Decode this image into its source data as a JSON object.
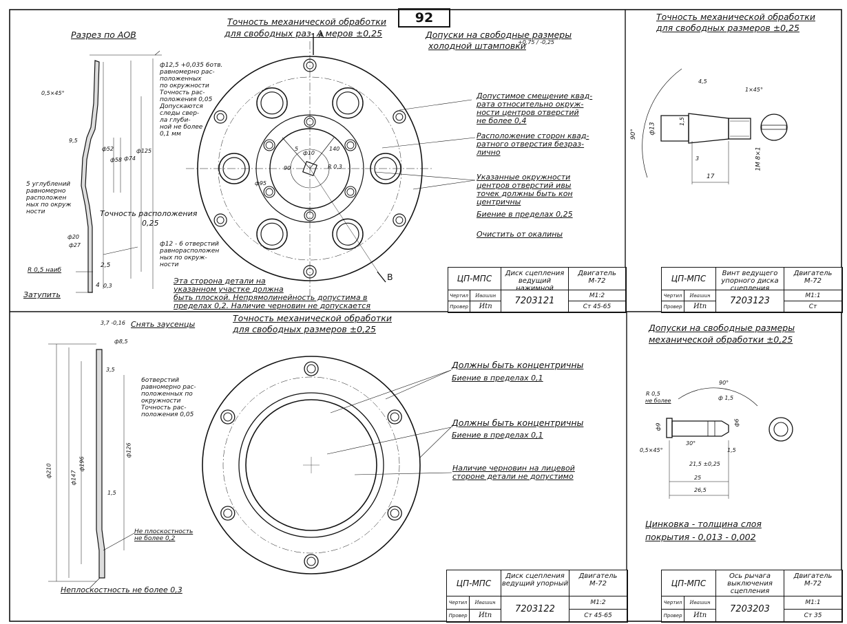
{
  "page_number": "92",
  "q1": {
    "section_title": "Разрез по АОВ",
    "header_tol": "Точность механической обработки",
    "header_tol2": "для свободных раз- А меров ±0,25",
    "stamp_tol": "Допуски на свободные размеры",
    "stamp_tol2": "холодной штамповки",
    "stamp_tol_val": "+0,75 / -0,25",
    "note1": [
      "Допустимое смещение квад-",
      "рата относительно окруж-",
      "ности центров отверстий",
      "не более 0,4"
    ],
    "note2": [
      "Расположение сторон квад-",
      "ратного отверстия безраз-",
      "лично"
    ],
    "note3": [
      "Указанные окружности",
      "центров отверстий ивы",
      "точек должны быть кон",
      "центричны"
    ],
    "note3b": "Биение в пределах 0,25",
    "note4": "Очистить от окалины",
    "side_notes": [
      "ф12,5 +0,035 6отв.",
      "равномерно рас-",
      "положенных",
      "по окружности",
      "Точность рас-",
      "положения 0,05",
      "Допускаются",
      "следы свер-",
      "ла глуби-",
      "ной не более",
      "0,1 мм"
    ],
    "left_notes": [
      "5 углублений",
      "равномерно",
      "расположен",
      "ных по окруж",
      "ности"
    ],
    "pos_acc": "Точность расположения",
    "pos_acc_val": "0,25",
    "holes6": [
      "ф12 - 6 отверстий",
      "равнорасположен",
      "ных по окруж-",
      "ности"
    ],
    "flat_note": [
      "Эта сторона детали на",
      "указанном участке должна",
      "быть плоской. Непрямолинейность допустима в",
      "пределах 0,2. Наличие черновин не допускается"
    ],
    "r05": "R 0,5 наиб",
    "blunt": "Затупить",
    "dims": [
      "0,5×45°",
      "9,5",
      "ф125",
      "ф74",
      "ф58",
      "ф52",
      "ф20",
      "ф27",
      "2,5",
      "4",
      "0,3",
      "ф10",
      "R 0,3",
      "ф95",
      "140",
      "90",
      "5"
    ],
    "label_a": "А",
    "label_b": "В",
    "titleblock": {
      "org": "ЦП-МПС",
      "name": "Диск сцепления ведущий нажимной",
      "engine": "Двигатель М-72",
      "scale": "М1:2",
      "number": "7203121",
      "material": "Ст 45-65",
      "row1": "Чертил",
      "row2": "Провер",
      "sig1": "Ивашин",
      "sig2": "Иtn"
    }
  },
  "q2": {
    "header": "Точность механической обработки",
    "header2": "для свободных размеров ±0,25",
    "dims": [
      "4,5",
      "1×45°",
      "90°",
      "ф13",
      "1,5",
      "3",
      "17",
      "1М 8×1"
    ],
    "titleblock": {
      "org": "ЦП-МПС",
      "name": "Винт ведущего упорного диска сцепления",
      "engine": "Двигатель М-72",
      "scale": "М1:1",
      "number": "7203123",
      "material": "Ст",
      "row1": "Чертил",
      "row2": "Провер",
      "sig1": "Ивашин",
      "sig2": "Иtn"
    }
  },
  "q3": {
    "header": "Точность механической обработки",
    "header2": "для свободных размеров ±0,25",
    "deburr": "Снять заусенцы",
    "holes6": [
      "6отверстий",
      "равномерно рас-",
      "положенных по",
      "окружности",
      "Точность рас-",
      "положения 0,05"
    ],
    "conc1": "Должны быть концентричны",
    "runout1": "Биение в пределах 0,1",
    "conc2": "Должны быть концентричны",
    "runout2": "Биение в пределах 0,1",
    "face": [
      "Наличие черновин на лицевой",
      "стороне детали не допустимо"
    ],
    "flat1": [
      "Не плоскостность",
      "не более 0,2"
    ],
    "flat2": "Неплоскостность не более 0,3",
    "dims": [
      "3,7 -0,16",
      "ф8,5",
      "3,5",
      "ф126",
      "ф147",
      "ф196",
      "ф210",
      "1,5"
    ],
    "titleblock": {
      "org": "ЦП-МПС",
      "name": "Диск сцепления ведущий упорный",
      "engine": "Двигатель М-72",
      "scale": "М1:2",
      "number": "7203122",
      "material": "Ст 45-65",
      "row1": "Чертил",
      "row2": "Провер",
      "sig1": "Ивашин",
      "sig2": "Иtn"
    }
  },
  "q4": {
    "header": "Допуски на свободные размеры",
    "header2": "механической обработки ±0,25",
    "zinc": "Цинковка - толщина слоя",
    "zinc2": "покрытия - 0,013 - 0,002",
    "dims": [
      "R 0,5",
      "не более",
      "90°",
      "ф 1,5",
      "ф9",
      "ф6",
      "0,5×45°",
      "30°",
      "21,5 ±0,25",
      "25",
      "26,5",
      "1,5"
    ],
    "titleblock": {
      "org": "ЦП-МПС",
      "name": "Ось рычага выключения сцепления",
      "engine": "Двигатель М-72",
      "scale": "М1:1",
      "number": "7203203",
      "material": "Ст 35",
      "row1": "Чертил",
      "row2": "Провер",
      "sig1": "Ивашин",
      "sig2": "Иtn"
    }
  }
}
